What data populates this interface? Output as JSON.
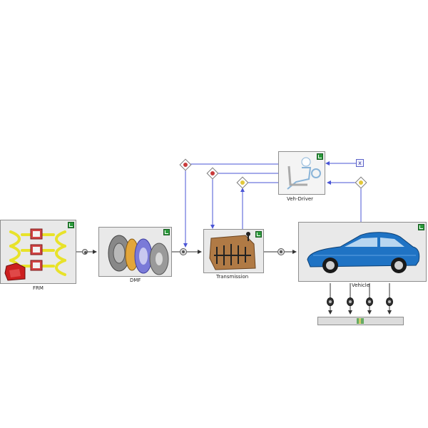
{
  "blocks": {
    "frm": {
      "label": "FRM",
      "icon": "engine-frm-icon"
    },
    "dmf": {
      "label": "DMF",
      "icon": "dual-mass-flywheel-icon"
    },
    "transmission": {
      "label": "Transmission",
      "icon": "gearbox-icon"
    },
    "vehicle": {
      "label": "Vehicle",
      "icon": "car-icon"
    },
    "driver": {
      "label": "Veh-Driver",
      "icon": "driver-seat-icon"
    }
  },
  "colors": {
    "wire_blue": "#4a55d6",
    "wire_black": "#333333",
    "block_bg": "#e9e9e9",
    "car_blue": "#1f73c4",
    "transmission_brown": "#b07a45",
    "engine_red": "#cc1f1f",
    "yellow_tubes": "#e8e22a"
  },
  "sensor_icons": [
    "signal-sensor-icon",
    "signal-sensor-icon",
    "signal-sensor-icon",
    "signal-sensor-icon"
  ],
  "wheel_sensor_icons": [
    "wheel-sensor-icon",
    "wheel-sensor-icon",
    "wheel-sensor-icon",
    "wheel-sensor-icon"
  ]
}
